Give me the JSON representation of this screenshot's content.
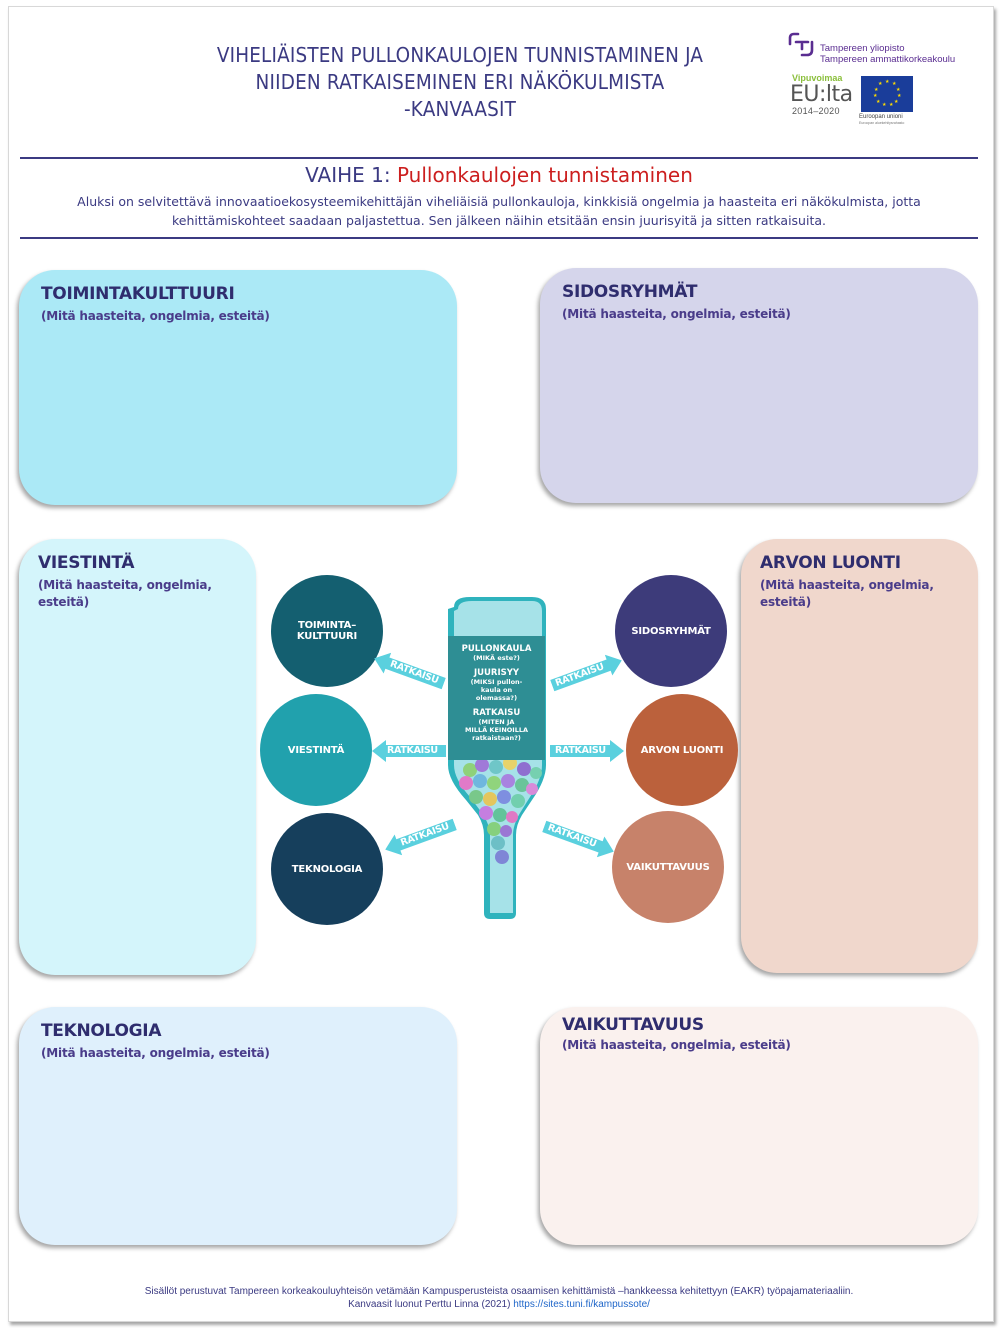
{
  "header": {
    "title_lines": [
      "VIHELIÄISTEN PULLONKAULOJEN TUNNISTAMINEN JA",
      "NIIDEN RATKAISEMINEN ERI NÄKÖKULMISTA",
      "-KANVAASIT"
    ],
    "logos": {
      "tuni_line1": "Tampereen yliopisto",
      "tuni_line2": "Tampereen ammattikorkeakoulu",
      "eu_vipuvoimaa": "Vipuvoimaa",
      "eu_lta": "EU:lta",
      "eu_years": "2014–2020",
      "eu_union": "Euroopan unioni",
      "eu_fund": "Euroopan aluekehitysrahasto"
    }
  },
  "phase": {
    "prefix": "VAIHE 1: ",
    "name": "Pullonkaulojen tunnistaminen",
    "intro_line1": "Aluksi on selvitettävä innovaatioekosysteemikehittäjän viheliäisiä pullonkauloja, kinkkisiä ongelmia ja haasteita eri näkökulmista, jotta",
    "intro_line2": "kehittämiskohteet saadaan paljastettua. Sen jälkeen näihin etsitään ensin juurisyitä ja sitten ratkaisuita."
  },
  "boxes": {
    "toimintakulttuuri": {
      "title": "TOIMINTAKULTTUURI",
      "prompt": "(Mitä haasteita, ongelmia, esteitä)",
      "color": "#abe9f6"
    },
    "sidosryhmat": {
      "title": "SIDOSRYHMÄT",
      "prompt": "(Mitä haasteita, ongelmia, esteitä)",
      "color": "#d5d5eb"
    },
    "viestinta": {
      "title": "VIESTINTÄ",
      "prompt_line1": "(Mitä haasteita, ongelmia,",
      "prompt_line2": "esteitä)",
      "color": "#d4f5fb"
    },
    "arvon_luonti": {
      "title": "ARVON LUONTI",
      "prompt_line1": "(Mitä haasteita, ongelmia,",
      "prompt_line2": "esteitä)",
      "color": "#f0d7cc"
    },
    "teknologia": {
      "title": "TEKNOLOGIA",
      "prompt": "(Mitä haasteita, ongelmia, esteitä)",
      "color": "#dff0fc"
    },
    "vaikuttavuus": {
      "title": "VAIKUTTAVUUS",
      "prompt": "(Mitä haasteita, ongelmia, esteitä)",
      "color": "#faf1ee"
    }
  },
  "diagram": {
    "circles": {
      "toimintakulttuuri_l1": "TOIMINTA–",
      "toimintakulttuuri_l2": "KULTTUURI",
      "viestinta": "VIESTINTÄ",
      "teknologia": "TEKNOLOGIA",
      "sidosryhmat": "SIDOSRYHMÄT",
      "arvon_luonti": "ARVON LUONTI",
      "vaikuttavuus": "VAIKUTTAVUUS"
    },
    "arrow_label": "RATKAISU",
    "bottle": {
      "h1": "PULLONKAULA",
      "s1": "(MIKÄ este?)",
      "h2": "JUURISYY",
      "s2a": "(MIKSI pullon-",
      "s2b": "kaula on",
      "s2c": "olemassa?)",
      "h3": "RATKAISU",
      "s3a": "(MITEN JA",
      "s3b": "MILLÄ KEINOILLA",
      "s3c": "ratkaistaan?)"
    },
    "colors": {
      "toimintakulttuuri": "#145f70",
      "viestinta": "#21a1ad",
      "teknologia": "#163f5c",
      "sidosryhmat": "#3d3b7a",
      "arvon_luonti": "#bb613c",
      "vaikuttavuus": "#c7826a",
      "arrow": "#5ad0de"
    }
  },
  "footer": {
    "line1": "Sisällöt perustuvat Tampereen korkeakouluyhteisön vetämään Kampusperusteista osaamisen kehittämistä –hankkeessa kehitettyyn (EAKR) työpajamateriaaliin.",
    "line2_text": "Kanvaasit luonut Perttu Linna (2021) ",
    "line2_link": "https://sites.tuni.fi/kampussote/"
  }
}
